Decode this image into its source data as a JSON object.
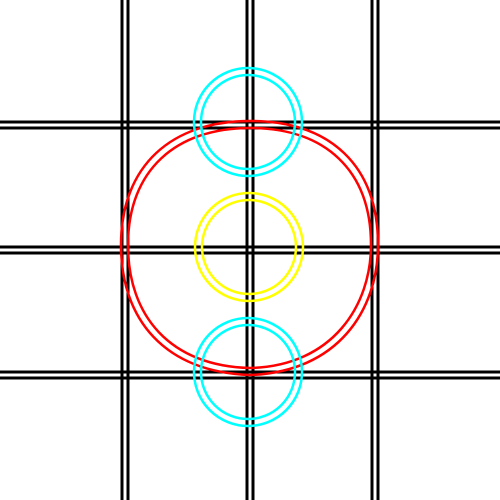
{
  "diagram": {
    "background_color": "#ffffff",
    "grid_line_color": "#000000",
    "grid_lines": {
      "vertical_count": 3,
      "horizontal_count": 3,
      "style": "double"
    },
    "shapes": [
      {
        "name": "large-ring",
        "kind": "rounded-square-ring",
        "color": "#ff0000",
        "style": "double"
      },
      {
        "name": "top-ring",
        "kind": "circle-ring",
        "color": "#00ffff",
        "style": "double"
      },
      {
        "name": "center-ring",
        "kind": "circle-ring",
        "color": "#ffff00",
        "style": "double"
      },
      {
        "name": "bottom-ring",
        "kind": "circle-ring",
        "color": "#00ffff",
        "style": "double"
      }
    ]
  }
}
